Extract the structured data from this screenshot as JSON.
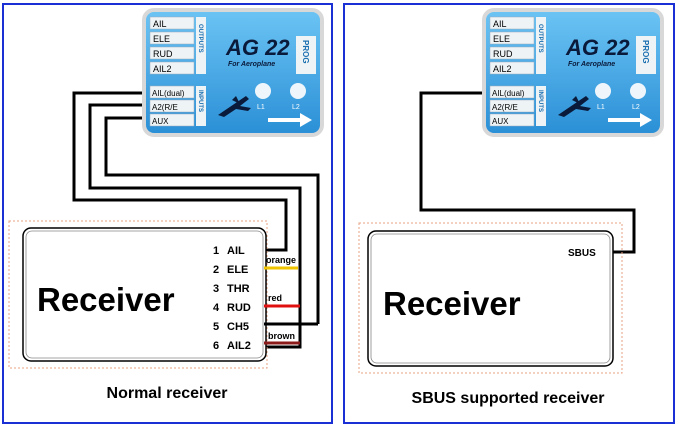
{
  "device": {
    "outputs_tag": "OUTPUTS",
    "inputs_tag": "INPUTS",
    "output_ports": [
      "AIL",
      "ELE",
      "RUD",
      "AIL2"
    ],
    "input_ports": [
      "AIL(dual)",
      "A2(R/E",
      "AUX"
    ],
    "model": "AG 22",
    "subtitle": "For Aeroplane",
    "prog_label": "PROG",
    "led1": "L1",
    "led2": "L2"
  },
  "left_panel": {
    "receiver_label": "Receiver",
    "channels": [
      {
        "num": "1",
        "name": "AIL"
      },
      {
        "num": "2",
        "name": "ELE"
      },
      {
        "num": "3",
        "name": "THR"
      },
      {
        "num": "4",
        "name": "RUD"
      },
      {
        "num": "5",
        "name": "CH5"
      },
      {
        "num": "6",
        "name": "AIL2"
      }
    ],
    "wire_colors": [
      {
        "label": "orange",
        "color": "#f0c400"
      },
      {
        "label": "red",
        "color": "#e01010"
      },
      {
        "label": "brown",
        "color": "#8b1a1a"
      }
    ],
    "caption": "Normal receiver"
  },
  "right_panel": {
    "receiver_label": "Receiver",
    "port_label": "SBUS",
    "caption": "SBUS supported receiver"
  },
  "colors": {
    "panel_border": "#1a2fd4",
    "device_blue": "#3ea6e6",
    "wire": "#000000"
  }
}
